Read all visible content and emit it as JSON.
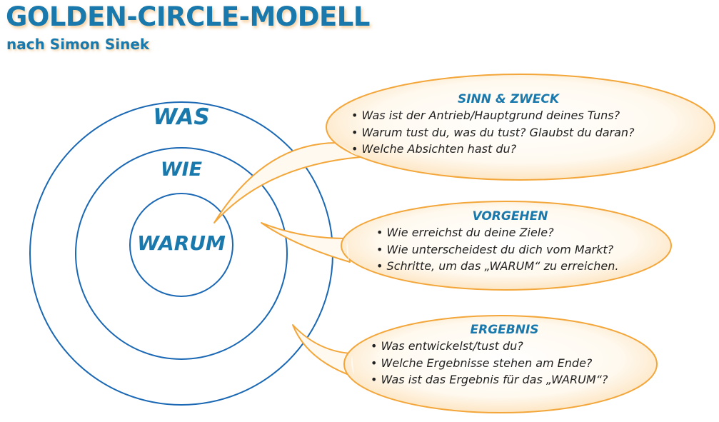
{
  "header": {
    "title": "GOLDEN-CIRCLE-MODELL",
    "subtitle": "nach Simon Sinek"
  },
  "rings": {
    "outer": "WAS",
    "middle": "WIE",
    "inner": "WARUM"
  },
  "bubbles": [
    {
      "heading": "SINN & ZWECK",
      "items": [
        "Was ist der Antrieb/Hauptgrund deines Tuns?",
        "Warum tust du, was du tust? Glaubst du daran?",
        "Welche Absichten hast du?"
      ]
    },
    {
      "heading": "VORGEHEN",
      "items": [
        "Wie erreichst du deine Ziele?",
        "Wie unterscheidest du dich vom Markt?",
        "Schritte, um das „WARUM“ zu erreichen."
      ]
    },
    {
      "heading": "ERGEBNIS",
      "items": [
        "Was entwickelst/tust du?",
        "Welche Ergebnisse stehen am Ende?",
        "Was ist das Ergebnis für das „WARUM“?"
      ]
    }
  ],
  "colors": {
    "brand_blue": "#1979ad",
    "ring_stroke": "#1a68b4",
    "bubble_stroke": "#f3a63a",
    "bubble_fill_center": "#ffffff",
    "bubble_fill_edge": "#fdebd0"
  }
}
